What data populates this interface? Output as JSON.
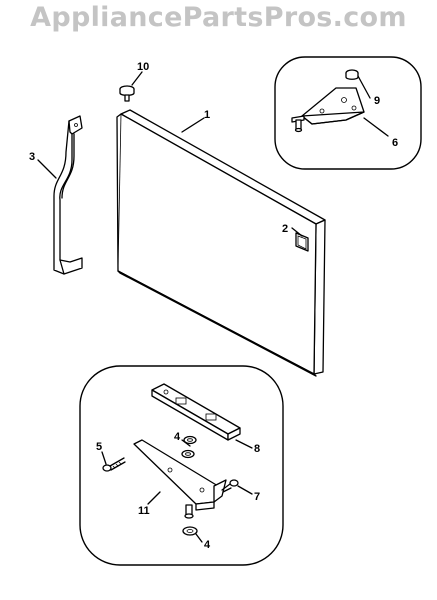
{
  "watermark": "AppliancePartsPros.com",
  "callouts": {
    "c1": "1",
    "c2": "2",
    "c3": "3",
    "c4a": "4",
    "c4b": "4",
    "c5": "5",
    "c6": "6",
    "c7": "7",
    "c8": "8",
    "c9": "9",
    "c10": "10",
    "c11": "11"
  }
}
